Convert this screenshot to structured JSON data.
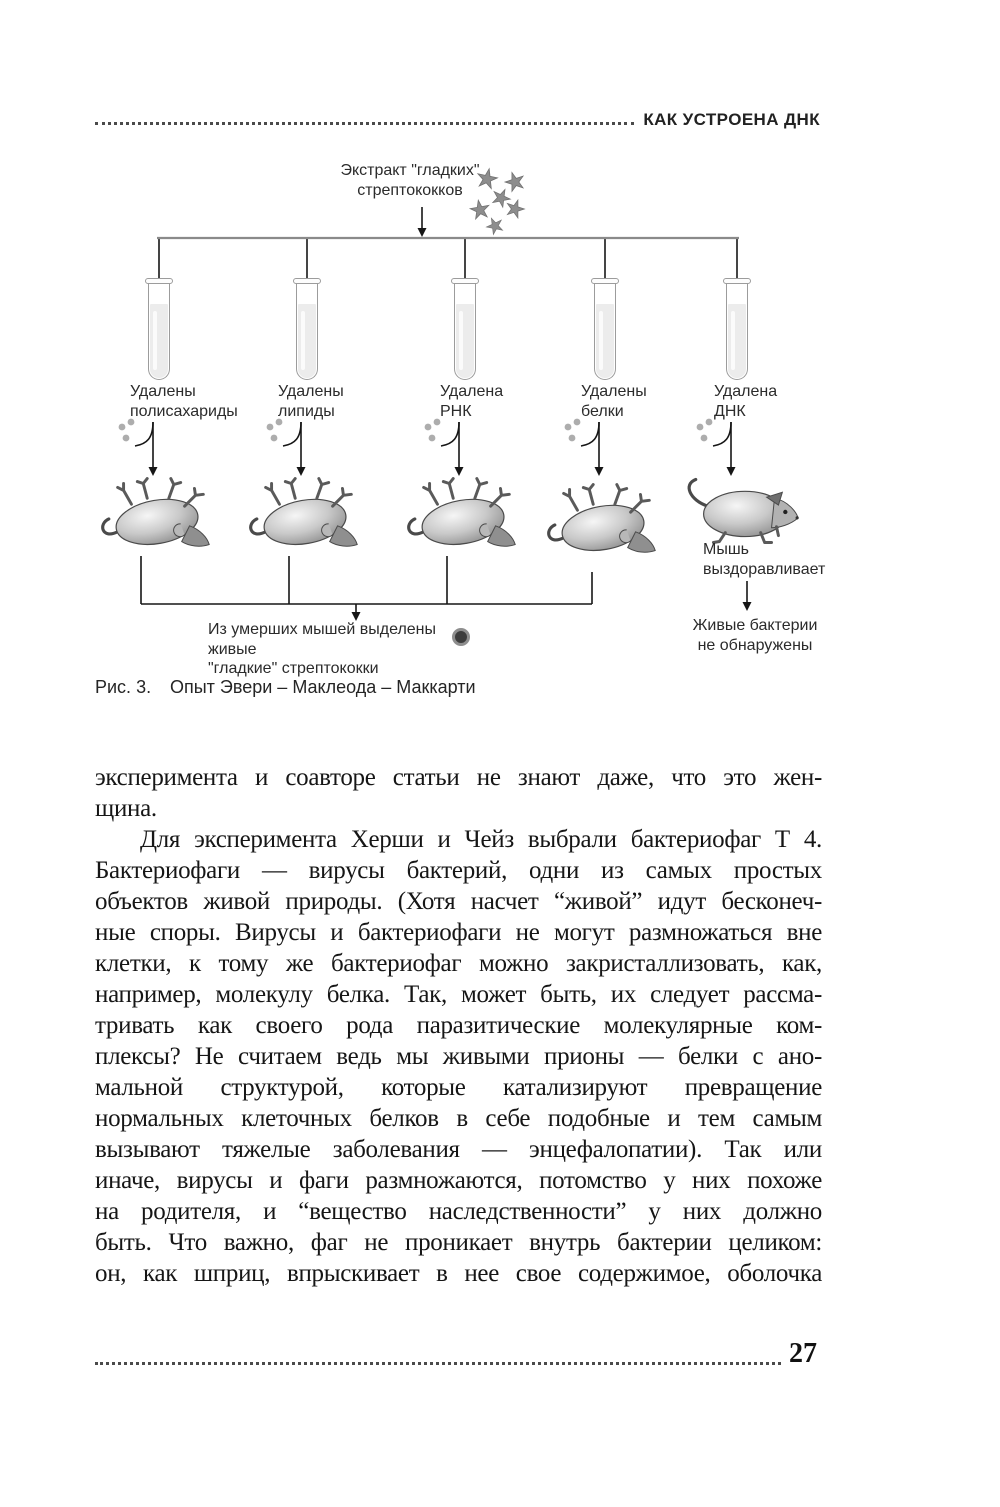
{
  "header": {
    "title": "КАК УСТРОЕНА ДНК"
  },
  "figure": {
    "extract_label": {
      "line1": "Экстракт \"гладких\"",
      "line2": "стрептококков"
    },
    "columns": [
      {
        "label_line1": "Удалены",
        "label_line2": "полисахариды",
        "mouse_outcome": "dead"
      },
      {
        "label_line1": "Удалены",
        "label_line2": "липиды",
        "mouse_outcome": "dead"
      },
      {
        "label_line1": "Удалена",
        "label_line2": "РНК",
        "mouse_outcome": "dead"
      },
      {
        "label_line1": "Удалены",
        "label_line2": "белки",
        "mouse_outcome": "dead"
      },
      {
        "label_line1": "Удалена",
        "label_line2": "ДНК",
        "mouse_outcome": "alive"
      }
    ],
    "mouse_recovers": {
      "line1": "Мышь",
      "line2": "выздоравливает"
    },
    "dead_mice_result": {
      "line1": "Из умерших мышей выделены живые",
      "line2": "\"гладкие\" стрептококки"
    },
    "alive_result": {
      "line1": "Живые бактерии",
      "line2": "не обнаружены"
    },
    "caption": {
      "number": "Рис. 3.",
      "title": "Опыт Эвери – Маклеода – Маккарти"
    },
    "icons": {
      "stars": "streptococci-stars-icon",
      "bacteria_dot": "bacteria-colony-icon",
      "test_tube": "test-tube",
      "injection": "injection-dots-icon",
      "dead_mouse": "dead-mouse-icon",
      "alive_mouse": "recovered-mouse-icon"
    },
    "colors": {
      "branch_line_gray": "#8a8a8a",
      "arrow_black": "#161616",
      "star_gray": "#8d8d8d",
      "mouse_gray": "#c9c9c9"
    }
  },
  "body": {
    "lines": [
      "эксперимента и соавторе статьи не знают даже, что это жен-",
      "щина.",
      "Для эксперимента Херши и Чейз выбрали бактериофаг Т 4.",
      "Бактериофаги — вирусы бактерий, одни из самых простых",
      "объектов живой природы. (Хотя насчет “живой” идут бесконеч-",
      "ные споры. Вирусы и бактериофаги не могут размножаться вне",
      "клетки, к тому же бактериофаг можно закристаллизовать, как,",
      "например, молекулу белка. Так, может быть, их следует рассма-",
      "тривать как своего рода паразитические молекулярные ком-",
      "плексы? Не считаем ведь мы живыми прионы — белки с ано-",
      "мальной структурой, которые катализируют превращение",
      "нормальных клеточных белков в себе подобные и тем самым",
      "вызывают тяжелые заболевания — энцефалопатии). Так или",
      "иначе, вирусы и фаги размножаются, потомство у них похоже",
      "на родителя, и “вещество наследственности” у них должно",
      "быть. Что важно, фаг не проникает внутрь бактерии целиком:",
      "он, как шприц, впрыскивает в нее свое содержимое, оболочка"
    ]
  },
  "footer": {
    "page_number": "27"
  }
}
